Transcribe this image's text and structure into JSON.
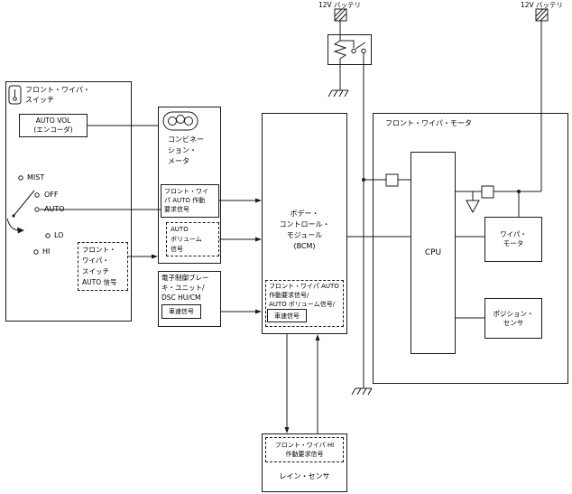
{
  "power": {
    "battery_left": "12V バッテリ",
    "battery_right": "12V バッテリ"
  },
  "wiper_switch": {
    "title": [
      "フロント・ワイパ・",
      "スイッチ"
    ],
    "auto_vol": [
      "AUTO VOL",
      "(エンコーダ)"
    ],
    "positions": {
      "mist": "MIST",
      "off": "OFF",
      "auto": "AUTO",
      "lo": "LO",
      "hi": "HI"
    },
    "auto_signal": [
      "フロント・",
      "ワイパ・",
      "スイッチ",
      "AUTO 信号"
    ]
  },
  "combination_meter": {
    "name": [
      "コンビネー",
      "ション・",
      "メータ"
    ],
    "auto_request": [
      "フロント・ワイ",
      "パ AUTO 作動",
      "要求信号"
    ],
    "auto_volume": [
      "AUTO",
      "ボリューム",
      "信号"
    ]
  },
  "brake_unit": {
    "name": [
      "電子制御ブレー",
      "キ・ユニット/",
      "DSC HU/CM"
    ],
    "speed_signal": "車速信号"
  },
  "bcm": {
    "name": [
      "ボデー・",
      "コントロール・",
      "モジュール",
      "(BCM)"
    ],
    "signal_list": [
      "フロント・ワイパ AUTO",
      "作動要求信号/",
      "AUTO ボリューム信号/"
    ],
    "speed_signal": "車速信号"
  },
  "wiper_motor": {
    "title": "フロント・ワイパ・モータ",
    "cpu": "CPU",
    "motor": [
      "ワイパ・",
      "モータ"
    ],
    "position_sensor": [
      "ポジション・",
      "センサ"
    ]
  },
  "rain_sensor": {
    "hi_request": [
      "フロント・ワイパ HI",
      "作動要求信号"
    ],
    "name": "レイン・センサ"
  }
}
